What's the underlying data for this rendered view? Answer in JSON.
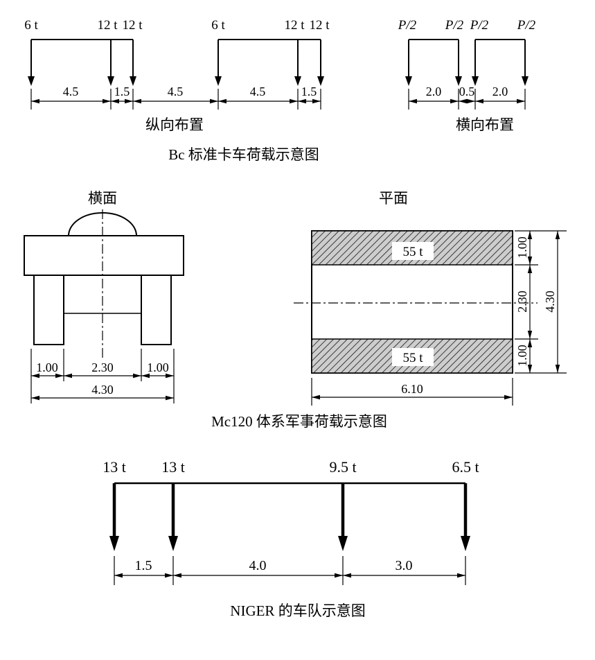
{
  "colors": {
    "ink": "#000000",
    "hatch_fill": "#cdcdcd"
  },
  "bc": {
    "title": "Bc 标准卡车荷载示意图",
    "lon": {
      "label": "纵向布置",
      "loads": [
        "6 t",
        "12 t",
        "12 t",
        "6 t",
        "12 t",
        "12 t"
      ],
      "dims": [
        "4.5",
        "1.5",
        "4.5",
        "4.5",
        "1.5"
      ]
    },
    "tra": {
      "label": "横向布置",
      "loads": [
        "P/2",
        "P/2",
        "P/2",
        "P/2"
      ],
      "dims": [
        "2.0",
        "0.5",
        "2.0"
      ]
    }
  },
  "mc": {
    "title": "Mc120 体系军事荷载示意图",
    "cs": {
      "label": "横面",
      "dims": [
        "1.00",
        "2.30",
        "1.00"
      ],
      "total": "4.30"
    },
    "plan": {
      "label": "平面",
      "loads": [
        "55 t",
        "55 t"
      ],
      "vdims": [
        "1.00",
        "2.30",
        "1.00"
      ],
      "vtotal": "4.30",
      "width": "6.10"
    }
  },
  "niger": {
    "title": "NIGER 的车队示意图",
    "loads": [
      "13 t",
      "13 t",
      "9.5 t",
      "6.5 t"
    ],
    "dims": [
      "1.5",
      "4.0",
      "3.0"
    ]
  }
}
